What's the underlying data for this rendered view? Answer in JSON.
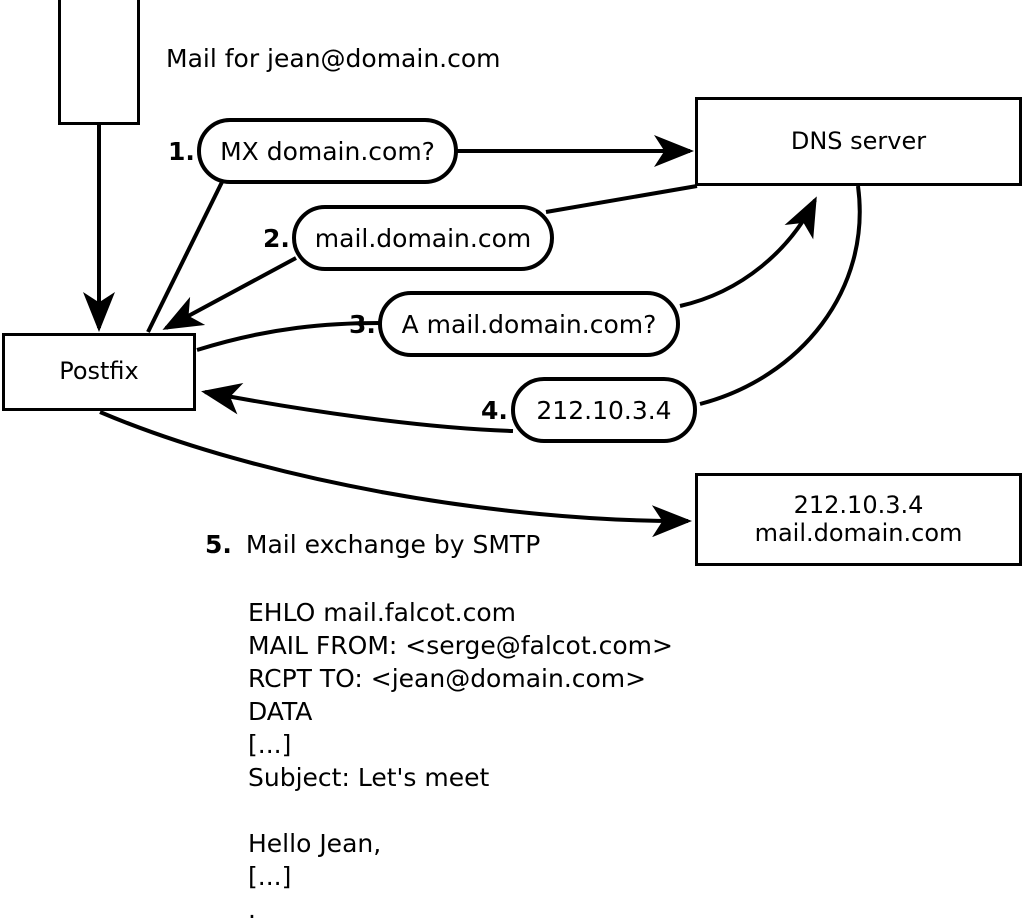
{
  "diagram": {
    "title_label": "Mail for jean@domain.com",
    "nodes": {
      "incoming_mail": {
        "label": ""
      },
      "postfix": {
        "label": "Postfix"
      },
      "dns_server": {
        "label": "DNS server"
      },
      "mail_server": {
        "line1": "212.10.3.4",
        "line2": "mail.domain.com"
      }
    },
    "steps": [
      {
        "number": "1.",
        "message": "MX domain.com?"
      },
      {
        "number": "2.",
        "message": "mail.domain.com"
      },
      {
        "number": "3.",
        "message": "A mail.domain.com?"
      },
      {
        "number": "4.",
        "message": "212.10.3.4"
      }
    ],
    "step5": {
      "number": "5.",
      "label": "Mail exchange by SMTP"
    },
    "smtp_transcript": [
      "EHLO mail.falcot.com",
      "MAIL FROM: <serge@falcot.com>",
      "RCPT TO: <jean@domain.com>",
      "DATA",
      "[...]",
      "Subject: Let's meet",
      "",
      "Hello Jean,",
      "[...]",
      "."
    ],
    "colors": {
      "stroke": "#000000",
      "background": "#ffffff"
    }
  }
}
